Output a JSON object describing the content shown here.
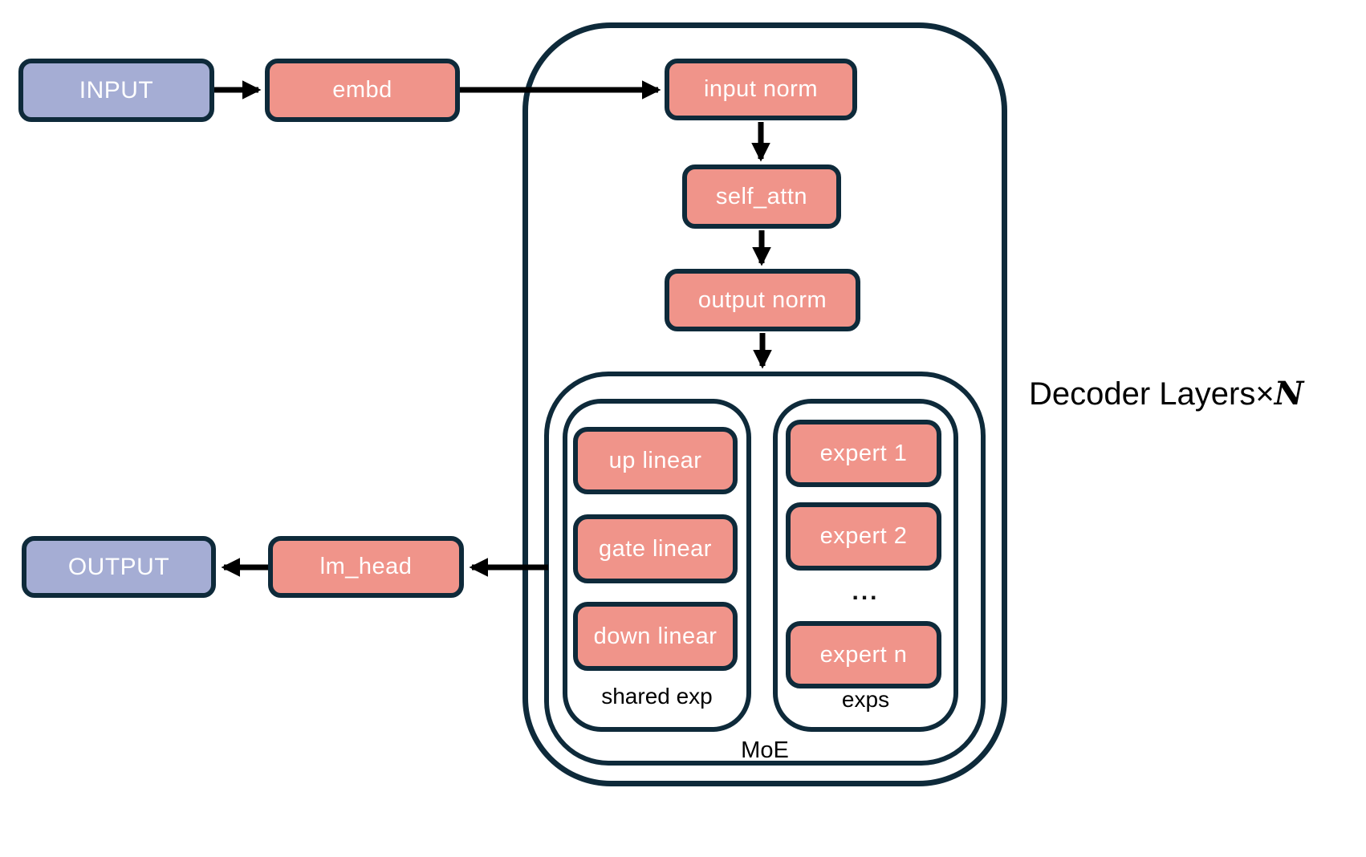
{
  "colors": {
    "box_fill_red": "#f0948a",
    "box_fill_purple": "#a5add4",
    "outline_navy": "#0e2a3a",
    "arrow_black": "#000000",
    "background": "#ffffff"
  },
  "io": {
    "input": "INPUT",
    "output": "OUTPUT"
  },
  "pipeline": {
    "embd": "embd",
    "lm_head": "lm_head"
  },
  "decoder": {
    "label": {
      "prefix": "Decoder Layers",
      "times": "×",
      "n": "N"
    },
    "blocks": {
      "input_norm": "input norm",
      "self_attn": "self_attn",
      "output_norm": "output norm"
    },
    "moe": {
      "label": "MoE",
      "shared_exp": {
        "label": "shared exp",
        "layers": [
          "up linear",
          "gate linear",
          "down linear"
        ]
      },
      "exps": {
        "label": "exps",
        "experts": [
          "expert 1",
          "expert 2",
          "expert n"
        ],
        "ellipsis": "..."
      }
    }
  }
}
